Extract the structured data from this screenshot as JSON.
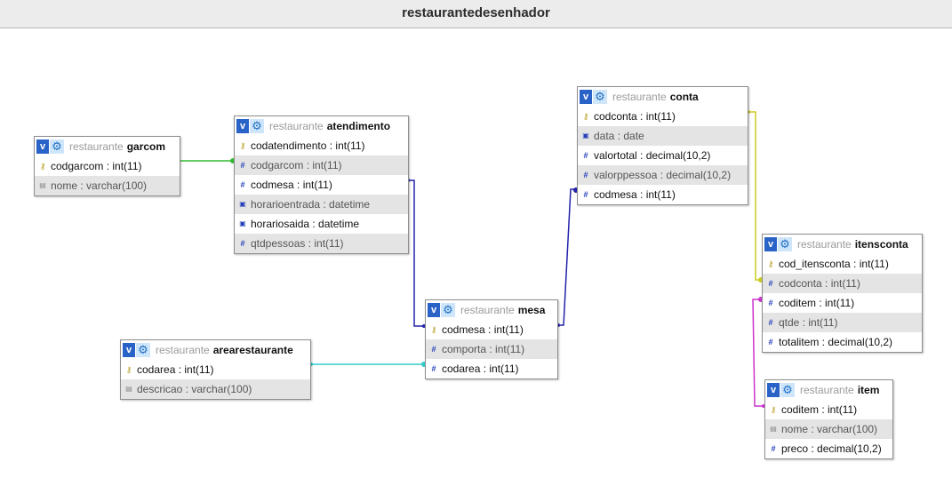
{
  "window": {
    "title": "restaurantedesenhador"
  },
  "tables": {
    "garcom": {
      "db": "restaurante",
      "name": "garcom",
      "v_label": "v",
      "columns": [
        {
          "label": "codgarcom : int(11)",
          "icon": "primary-key-icon"
        },
        {
          "label": "nome : varchar(100)",
          "icon": "text-type-icon"
        }
      ]
    },
    "atendimento": {
      "db": "restaurante",
      "name": "atendimento",
      "v_label": "v",
      "columns": [
        {
          "label": "codatendimento : int(11)",
          "icon": "primary-key-icon"
        },
        {
          "label": "codgarcom : int(11)",
          "icon": "numeric-type-icon"
        },
        {
          "label": "codmesa : int(11)",
          "icon": "numeric-type-icon"
        },
        {
          "label": "horarioentrada : datetime",
          "icon": "date-type-icon"
        },
        {
          "label": "horariosaida : datetime",
          "icon": "date-type-icon"
        },
        {
          "label": "qtdpessoas : int(11)",
          "icon": "numeric-type-icon"
        }
      ]
    },
    "conta": {
      "db": "restaurante",
      "name": "conta",
      "v_label": "v",
      "columns": [
        {
          "label": "codconta : int(11)",
          "icon": "primary-key-icon"
        },
        {
          "label": "data : date",
          "icon": "date-type-icon"
        },
        {
          "label": "valortotal : decimal(10,2)",
          "icon": "numeric-type-icon"
        },
        {
          "label": "valorppessoa : decimal(10,2)",
          "icon": "numeric-type-icon"
        },
        {
          "label": "codmesa : int(11)",
          "icon": "numeric-type-icon"
        }
      ]
    },
    "itensconta": {
      "db": "restaurante",
      "name": "itensconta",
      "v_label": "v",
      "columns": [
        {
          "label": "cod_itensconta : int(11)",
          "icon": "primary-key-icon"
        },
        {
          "label": "codconta : int(11)",
          "icon": "numeric-type-icon"
        },
        {
          "label": "coditem : int(11)",
          "icon": "numeric-type-icon"
        },
        {
          "label": "qtde : int(11)",
          "icon": "numeric-type-icon"
        },
        {
          "label": "totalitem : decimal(10,2)",
          "icon": "numeric-type-icon"
        }
      ]
    },
    "mesa": {
      "db": "restaurante",
      "name": "mesa",
      "v_label": "v",
      "columns": [
        {
          "label": "codmesa : int(11)",
          "icon": "primary-key-icon"
        },
        {
          "label": "comporta : int(11)",
          "icon": "numeric-type-icon"
        },
        {
          "label": "codarea : int(11)",
          "icon": "numeric-type-icon"
        }
      ]
    },
    "arearestaurante": {
      "db": "restaurante",
      "name": "arearestaurante",
      "v_label": "v",
      "columns": [
        {
          "label": "codarea : int(11)",
          "icon": "primary-key-icon"
        },
        {
          "label": "descricao : varchar(100)",
          "icon": "text-type-icon"
        }
      ]
    },
    "item": {
      "db": "restaurante",
      "name": "item",
      "v_label": "v",
      "columns": [
        {
          "label": "coditem : int(11)",
          "icon": "primary-key-icon"
        },
        {
          "label": "nome : varchar(100)",
          "icon": "text-type-icon"
        },
        {
          "label": "preco : decimal(10,2)",
          "icon": "numeric-type-icon"
        }
      ]
    }
  },
  "relation_colors": {
    "garcom_atendimento": "#33bb33",
    "atendimento_mesa": "#2222aa",
    "mesa_conta": "#2222aa",
    "conta_itensconta": "#cccc22",
    "itensconta_item": "#cc33cc",
    "area_mesa": "#33cccc"
  }
}
